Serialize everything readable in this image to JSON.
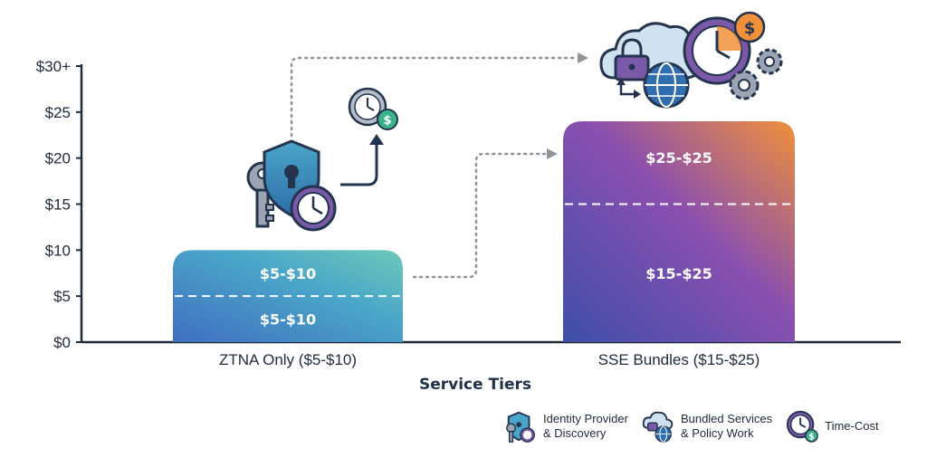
{
  "chart_data": {
    "type": "bar",
    "stacked": true,
    "categories": [
      "ZTNA Only ($5-$10)",
      "SSE Bundles ($15-$25)"
    ],
    "series": [
      {
        "values": [
          5,
          15
        ],
        "labels": [
          "$5-$10",
          "$15-$25"
        ]
      },
      {
        "values": [
          5,
          9
        ],
        "labels": [
          "$5-$10",
          "$25-$25"
        ]
      }
    ],
    "xlabel": "Service Tiers",
    "ylabel": "",
    "ylim": [
      0,
      30
    ],
    "yticks": [
      {
        "value": 0,
        "label": "$0"
      },
      {
        "value": 5,
        "label": "$5"
      },
      {
        "value": 10,
        "label": "$10"
      },
      {
        "value": 15,
        "label": "$15"
      },
      {
        "value": 20,
        "label": "$20"
      },
      {
        "value": 25,
        "label": "$25"
      },
      {
        "value": 30,
        "label": "$30+"
      }
    ],
    "grid": false,
    "colors": {
      "ztna_gradient": [
        "#3f6fc0",
        "#4aa6c9",
        "#6cc9b8"
      ],
      "sse_gradient": [
        "#3d4fa8",
        "#8a4fb0",
        "#f0903a"
      ],
      "axis": "#1f2a3a",
      "connector": "#8e959c"
    }
  },
  "legend": [
    {
      "icon": "shield-key-clock-icon",
      "label": "Identity Provider\n& Discovery"
    },
    {
      "icon": "cloud-lock-globe-icon",
      "label": "Bundled Services\n& Policy Work"
    },
    {
      "icon": "clock-dollar-icon",
      "label": "Time-Cost"
    }
  ]
}
